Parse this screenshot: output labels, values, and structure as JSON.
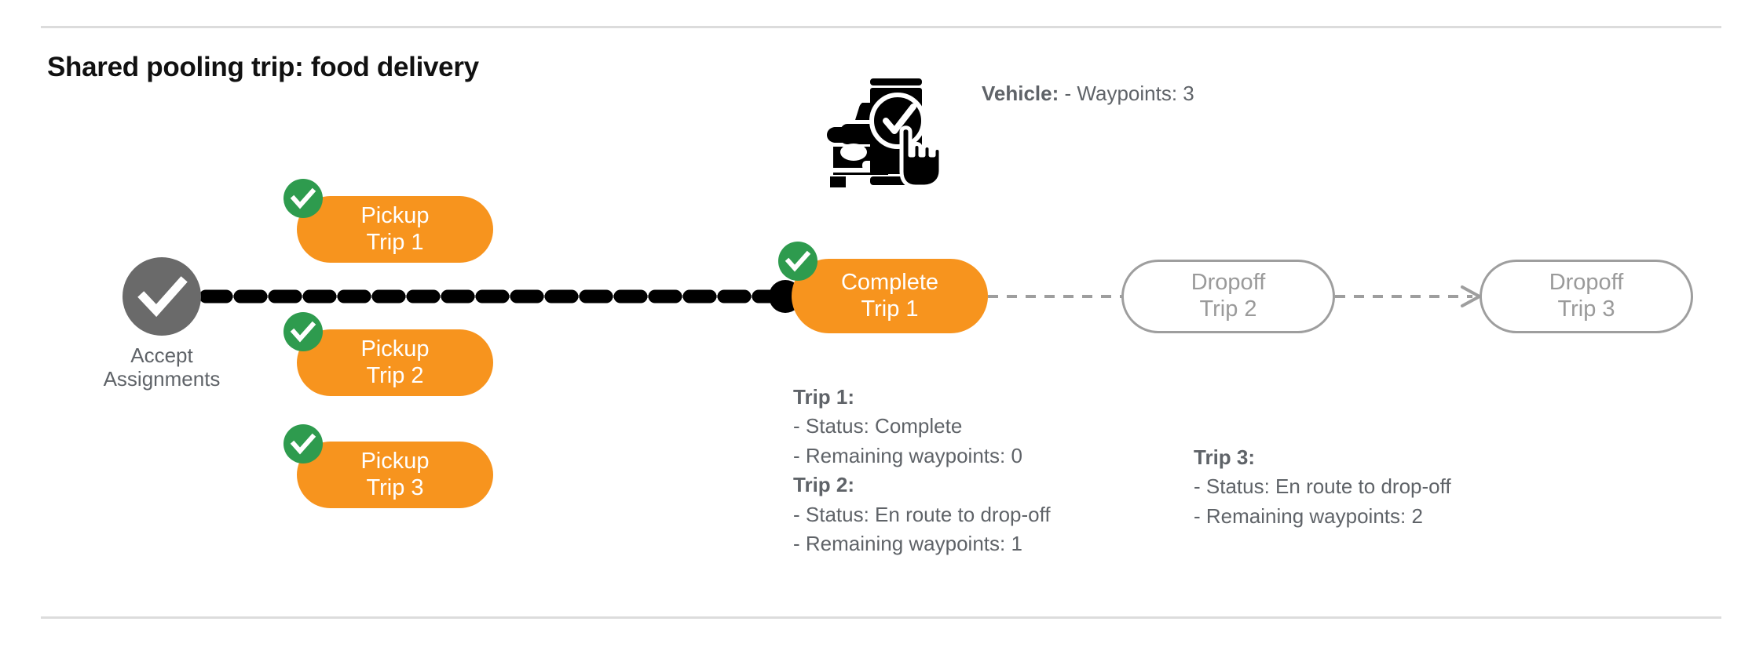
{
  "page": {
    "title": "Shared pooling trip: food delivery"
  },
  "colors": {
    "pill_fill": "#f7941e",
    "pill_text": "#ffffff",
    "outline_stroke": "#9e9e9e",
    "outline_text": "#9a9a9a",
    "check_badge": "#2e9b4e",
    "accept_circle": "#6a6a6a",
    "muted_text": "#5f6368",
    "rule": "#dcdcdc",
    "active_path": "#000000",
    "pending_path": "#9e9e9e"
  },
  "start_node": {
    "label_line1": "Accept",
    "label_line2": "Assignments",
    "icon": "check-circle-icon",
    "state": "complete"
  },
  "pickups": [
    {
      "line1": "Pickup",
      "line2": "Trip 1",
      "badge": "check-icon",
      "state": "complete"
    },
    {
      "line1": "Pickup",
      "line2": "Trip 2",
      "badge": "check-icon",
      "state": "complete"
    },
    {
      "line1": "Pickup",
      "line2": "Trip 3",
      "badge": "check-icon",
      "state": "complete"
    }
  ],
  "complete_node": {
    "line1": "Complete",
    "line2": "Trip 1",
    "badge": "check-icon",
    "state": "complete"
  },
  "dropoffs": [
    {
      "line1": "Dropoff",
      "line2": "Trip 2",
      "state": "pending"
    },
    {
      "line1": "Dropoff",
      "line2": "Trip 3",
      "state": "pending"
    }
  ],
  "vehicle": {
    "icon": "car-phone-tap-icon",
    "title": "Vehicle",
    "title_suffix": ":",
    "waypoints_line": "- Waypoints: 3"
  },
  "trip_details_left": [
    {
      "title": "Trip 1",
      "title_suffix": ":",
      "status_line": "- Status:  Complete",
      "waypoints_line": "- Remaining waypoints: 0"
    },
    {
      "title": "Trip 2",
      "title_suffix": ":",
      "status_line": "- Status:  En route to drop-off",
      "waypoints_line": "- Remaining waypoints: 1"
    }
  ],
  "trip_details_right": [
    {
      "title": "Trip 3",
      "title_suffix": ":",
      "status_line": "- Status:  En route to drop-off",
      "waypoints_line": "- Remaining waypoints: 2"
    }
  ]
}
